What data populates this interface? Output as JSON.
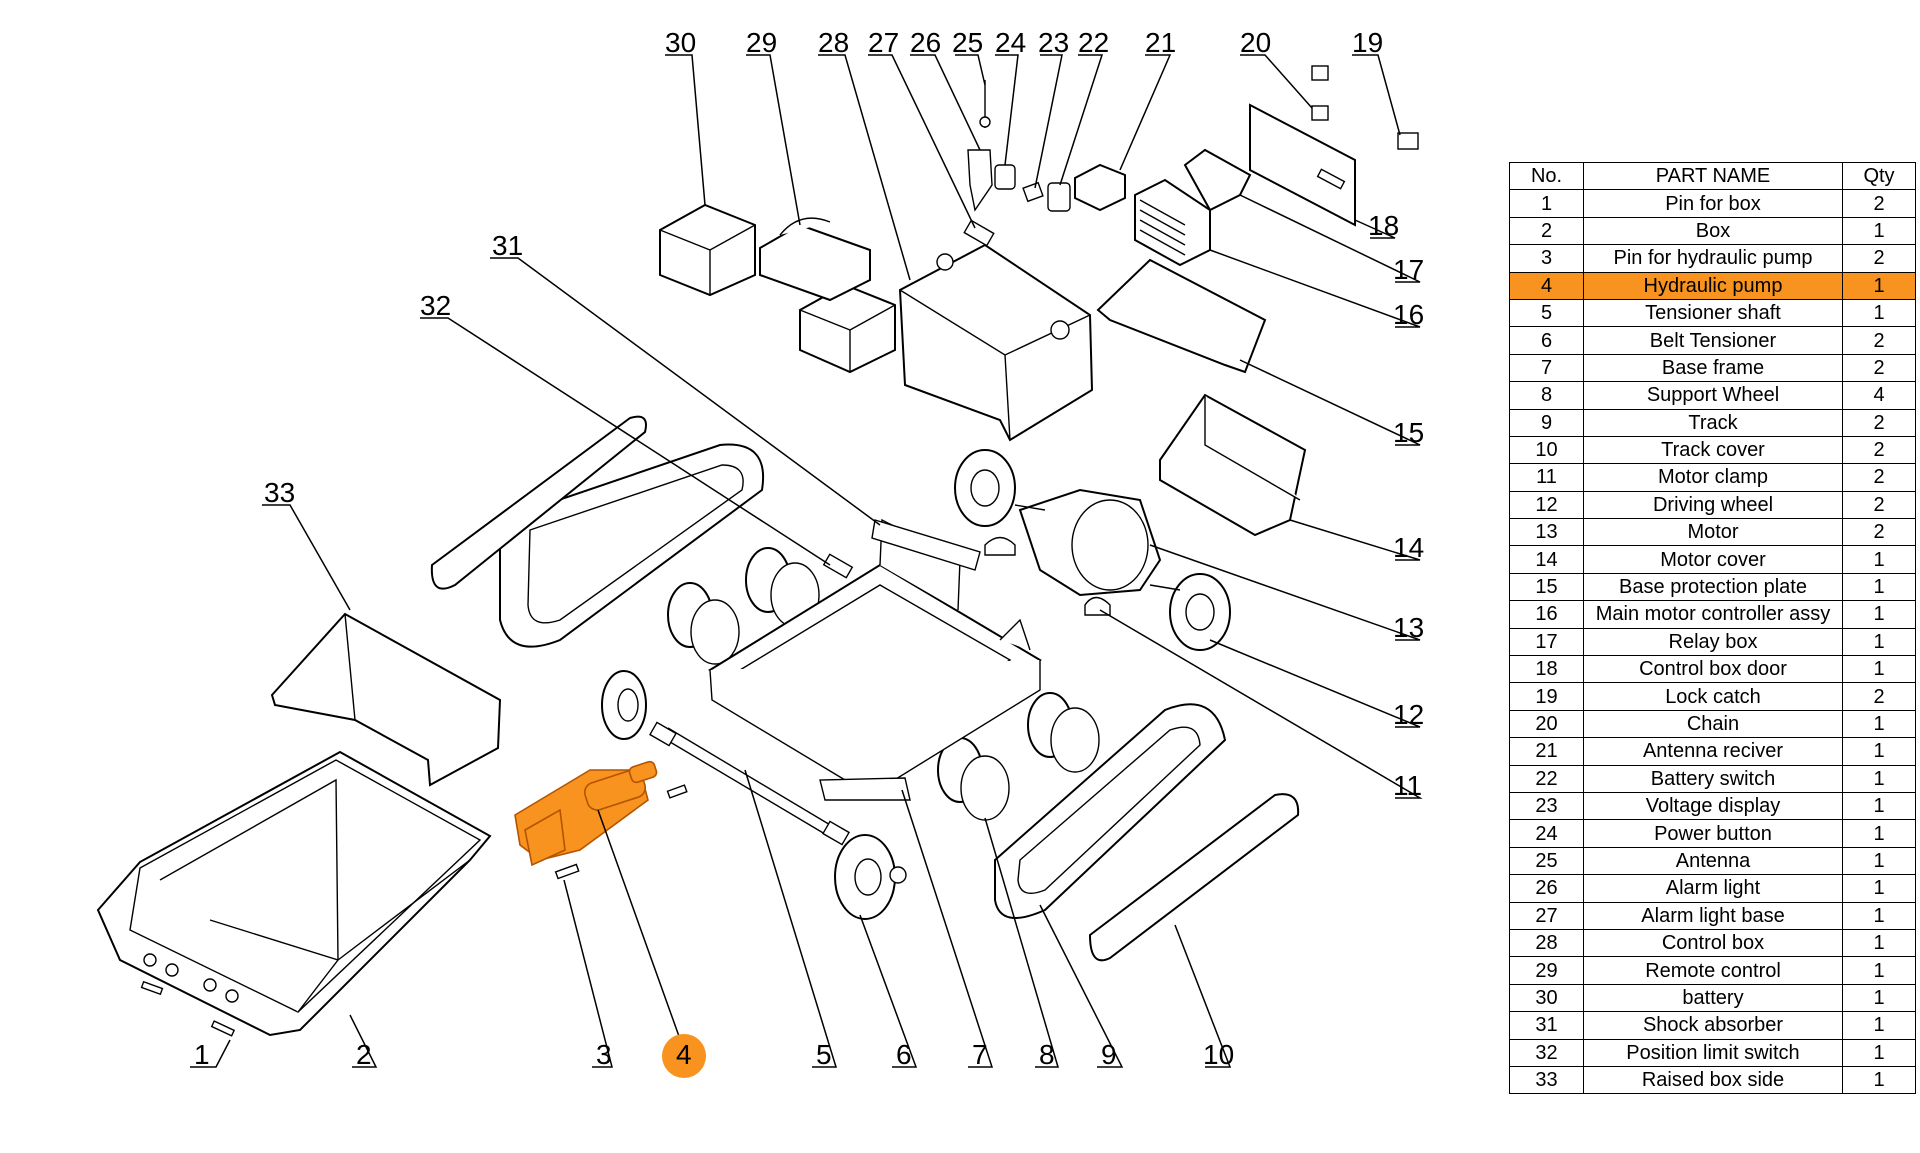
{
  "table": {
    "headers": {
      "no": "No.",
      "name": "PART NAME",
      "qty": "Qty"
    },
    "highlight_color": "#f7931e",
    "rows": [
      {
        "no": "1",
        "name": "Pin for box",
        "qty": "2"
      },
      {
        "no": "2",
        "name": "Box",
        "qty": "1"
      },
      {
        "no": "3",
        "name": "Pin for hydraulic pump",
        "qty": "2"
      },
      {
        "no": "4",
        "name": "Hydraulic pump",
        "qty": "1",
        "highlight": true
      },
      {
        "no": "5",
        "name": "Tensioner shaft",
        "qty": "1"
      },
      {
        "no": "6",
        "name": "Belt Tensioner",
        "qty": "2"
      },
      {
        "no": "7",
        "name": "Base frame",
        "qty": "2"
      },
      {
        "no": "8",
        "name": "Support Wheel",
        "qty": "4"
      },
      {
        "no": "9",
        "name": "Track",
        "qty": "2"
      },
      {
        "no": "10",
        "name": "Track cover",
        "qty": "2"
      },
      {
        "no": "11",
        "name": "Motor clamp",
        "qty": "2"
      },
      {
        "no": "12",
        "name": "Driving wheel",
        "qty": "2"
      },
      {
        "no": "13",
        "name": "Motor",
        "qty": "2"
      },
      {
        "no": "14",
        "name": "Motor cover",
        "qty": "1"
      },
      {
        "no": "15",
        "name": "Base protection plate",
        "qty": "1"
      },
      {
        "no": "16",
        "name": "Main motor controller assy",
        "qty": "1"
      },
      {
        "no": "17",
        "name": "Relay box",
        "qty": "1"
      },
      {
        "no": "18",
        "name": "Control box door",
        "qty": "1"
      },
      {
        "no": "19",
        "name": "Lock catch",
        "qty": "2"
      },
      {
        "no": "20",
        "name": "Chain",
        "qty": "1"
      },
      {
        "no": "21",
        "name": "Antenna reciver",
        "qty": "1"
      },
      {
        "no": "22",
        "name": "Battery switch",
        "qty": "1"
      },
      {
        "no": "23",
        "name": "Voltage display",
        "qty": "1"
      },
      {
        "no": "24",
        "name": "Power  button",
        "qty": "1"
      },
      {
        "no": "25",
        "name": "Antenna",
        "qty": "1"
      },
      {
        "no": "26",
        "name": "Alarm light",
        "qty": "1"
      },
      {
        "no": "27",
        "name": "Alarm light base",
        "qty": "1"
      },
      {
        "no": "28",
        "name": "Control box",
        "qty": "1"
      },
      {
        "no": "29",
        "name": "Remote control",
        "qty": "1"
      },
      {
        "no": "30",
        "name": "battery",
        "qty": "1"
      },
      {
        "no": "31",
        "name": "Shock absorber",
        "qty": "1"
      },
      {
        "no": "32",
        "name": "Position limit switch",
        "qty": "1"
      },
      {
        "no": "33",
        "name": "Raised box side",
        "qty": "1"
      }
    ]
  },
  "callouts": [
    "1",
    "2",
    "3",
    "4",
    "5",
    "6",
    "7",
    "8",
    "9",
    "10",
    "11",
    "12",
    "13",
    "14",
    "15",
    "16",
    "17",
    "18",
    "19",
    "20",
    "21",
    "22",
    "23",
    "24",
    "25",
    "26",
    "27",
    "28",
    "29",
    "30",
    "31",
    "32",
    "33"
  ],
  "highlighted_part": "4"
}
